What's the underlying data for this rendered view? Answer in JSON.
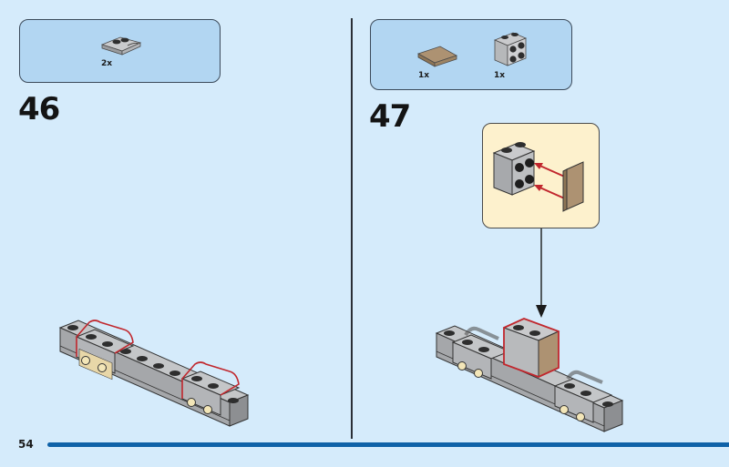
{
  "page": {
    "number": "54",
    "background": "#d5ebfb",
    "footer_bar_color": "#0f62a8"
  },
  "steps": [
    {
      "number": "46",
      "parts": [
        {
          "name": "light-gray plate with handle",
          "quantity": "2x",
          "color": "#a7a9ac"
        }
      ],
      "highlight_color": "#c1272d"
    },
    {
      "number": "47",
      "parts": [
        {
          "name": "dark tan tile 2x2",
          "quantity": "1x",
          "color": "#a98f6d"
        },
        {
          "name": "light-gray brick with side studs",
          "quantity": "1x",
          "color": "#a7a9ac"
        }
      ],
      "callout": {
        "background": "#fdf1cd",
        "arrow_color": "#c1272d"
      },
      "highlight_color": "#c1272d"
    }
  ]
}
